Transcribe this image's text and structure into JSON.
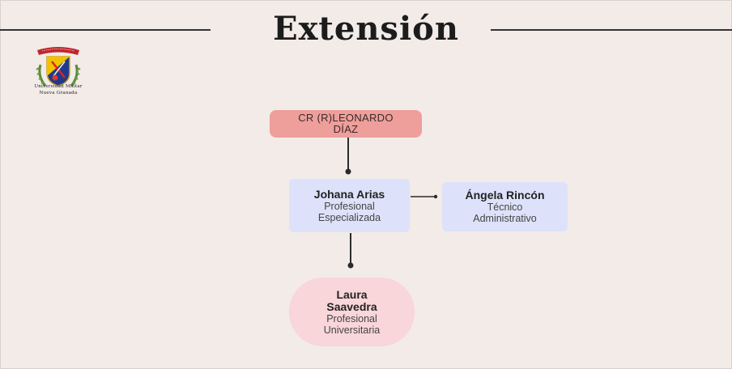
{
  "header": {
    "title": "Extensión"
  },
  "logo": {
    "line1": "Universidad Militar",
    "line2": "Nueva Granada"
  },
  "org_chart": {
    "director": {
      "label": "CR (R)LEONARDO DÍAZ"
    },
    "johana": {
      "name": "Johana Arias",
      "role": "Profesional Especializada"
    },
    "angela": {
      "name": "Ángela Rincón",
      "role": "Técnico Administrativo"
    },
    "laura": {
      "name": "Laura Saavedra",
      "role": "Profesional Universitaria"
    }
  },
  "colors": {
    "background": "#f2ebe8",
    "director_box": "#ee9f9b",
    "staff_box": "#dde2fa",
    "laura_box": "#f9d6da",
    "connector": "#2b2b2b"
  }
}
